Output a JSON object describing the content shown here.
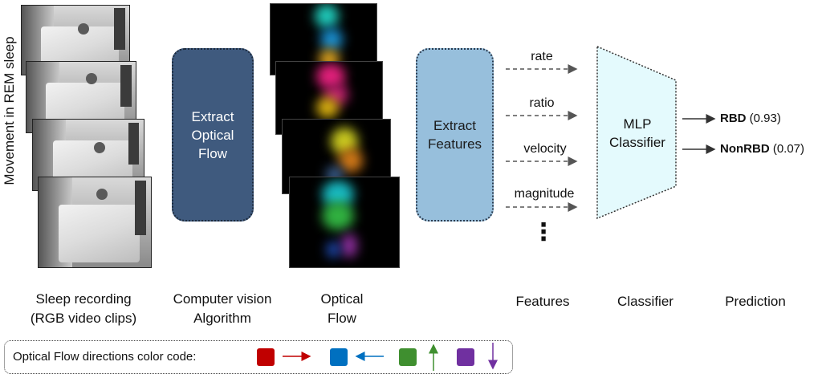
{
  "vertical_label": "Movement in REM sleep",
  "boxes": {
    "optical_flow": "Extract\nOptical\nFlow",
    "features": "Extract\nFeatures",
    "classifier": "MLP\nClassifier"
  },
  "features": [
    "rate",
    "ratio",
    "velocity",
    "magnitude"
  ],
  "ellipsis": "⋮",
  "predictions": [
    {
      "label": "RBD",
      "score": "(0.93)"
    },
    {
      "label": "NonRBD",
      "score": "(0.07)"
    }
  ],
  "captions": {
    "recording": "Sleep recording\n(RGB video clips)",
    "algorithm": "Computer vision\nAlgorithm",
    "optical_flow": "Optical\nFlow",
    "features": "Features",
    "classifier": "Classifier",
    "prediction": "Prediction"
  },
  "legend": {
    "title": "Optical Flow directions color code:",
    "items": [
      {
        "color": "#c00000",
        "direction": "right-arrow"
      },
      {
        "color": "#0070c0",
        "direction": "left-arrow"
      },
      {
        "color": "#3f8f2f",
        "direction": "up-arrow"
      },
      {
        "color": "#7030a0",
        "direction": "down-arrow"
      }
    ]
  },
  "colors": {
    "extract_flow_box": "#3f5a7e",
    "extract_features_box": "#97bfdc",
    "classifier_fill": "#e4fafd"
  }
}
